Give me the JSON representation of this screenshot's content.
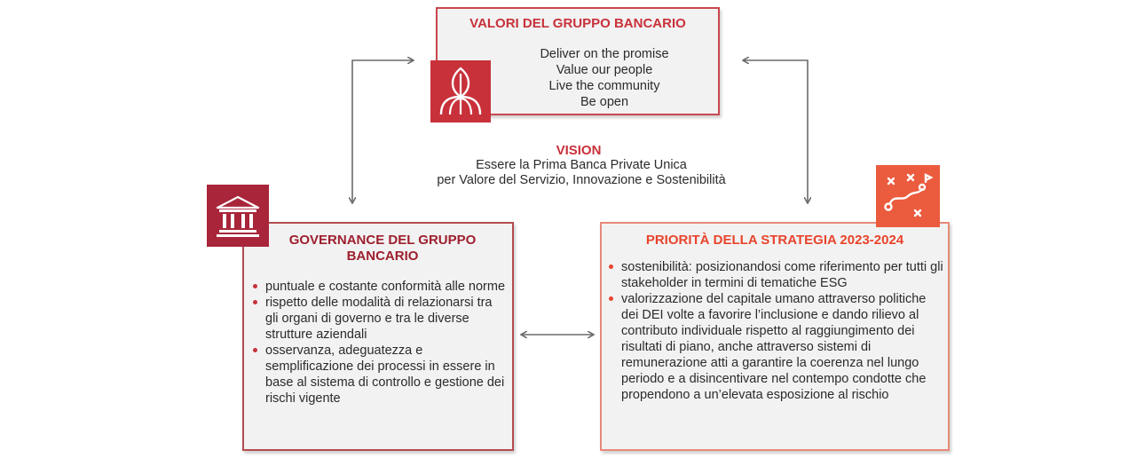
{
  "values": {
    "title": "VALORI DEL GRUPPO BANCARIO",
    "items": [
      "Deliver on the promise",
      "Value our people",
      "Live the community",
      "Be open"
    ]
  },
  "vision": {
    "title": "VISION",
    "line1": "Essere la Prima Banca Private Unica",
    "line2": "per Valore del Servizio, Innovazione e Sostenibilità"
  },
  "governance": {
    "title": "GOVERNANCE DEL GRUPPO BANCARIO",
    "bullets": [
      "puntuale e costante conformità alle norme",
      "rispetto delle modalità di relazionarsi tra gli organi di governo e tra le diverse strutture aziendali",
      "osservanza, adeguatezza e semplificazione dei processi in essere in base al sistema di controllo e gestione dei rischi vigente"
    ]
  },
  "priorities": {
    "title": "PRIORITÀ DELLA STRATEGIA 2023-2024",
    "bullets": [
      "sostenibilità: posizionandosi come riferimento per tutti gli stakeholder in termini di tematiche ESG",
      "valorizzazione del capitale umano attraverso politiche dei DEI volte a favorire l’inclusione e dando rilievo al contributo individuale rispetto al raggiungimento dei risultati di piano, anche attraverso sistemi di remunerazione atti a garantire la coerenza nel lungo periodo e a disincentivare nel contempo condotte che propendono a un’elevata esposizione al rischio"
    ]
  },
  "icons": {
    "values": "leaf-globe-icon",
    "governance": "bank-building-icon",
    "strategy": "strategy-path-icon"
  },
  "colors": {
    "red": "#c8313a",
    "dark_red": "#a8253a",
    "orange": "#eb5b3e",
    "box_fill": "#f2f2f2",
    "arrow": "#6b6b6b"
  }
}
